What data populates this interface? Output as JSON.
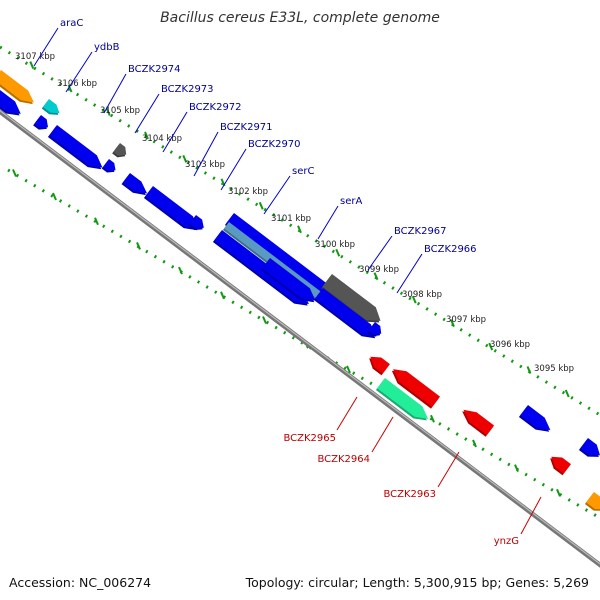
{
  "title": "Bacillus cereus E33L, complete genome",
  "footer": {
    "accession": "Accession: NC_006274",
    "topology": "Topology: circular; Length: 5,300,915 bp; Genes: 5,269"
  },
  "colors": {
    "forward_gene": "#0000ee",
    "forward_label": "#000099",
    "reverse_gene": "#ee0000",
    "reverse_label": "#bb0000",
    "other_gene": "#ff9900",
    "rna": "#00cccc",
    "pseudogene": "#555555",
    "ruler": "#119911",
    "backbone": "#777777"
  },
  "ruler_labels": [
    "3107 kbp",
    "3106 kbp",
    "3105 kbp",
    "3104 kbp",
    "3103 kbp",
    "3102 kbp",
    "3101 kbp",
    "3100 kbp",
    "3099 kbp",
    "3098 kbp",
    "3097 kbp",
    "3096 kbp",
    "3095 kbp"
  ],
  "forward_labels": [
    "araC",
    "ydbB",
    "BCZK2974",
    "BCZK2973",
    "BCZK2972",
    "BCZK2971",
    "BCZK2970",
    "serC",
    "serA",
    "BCZK2967",
    "BCZK2966"
  ],
  "reverse_labels": [
    "BCZK2965",
    "BCZK2964",
    "BCZK2963",
    "ynzG"
  ]
}
